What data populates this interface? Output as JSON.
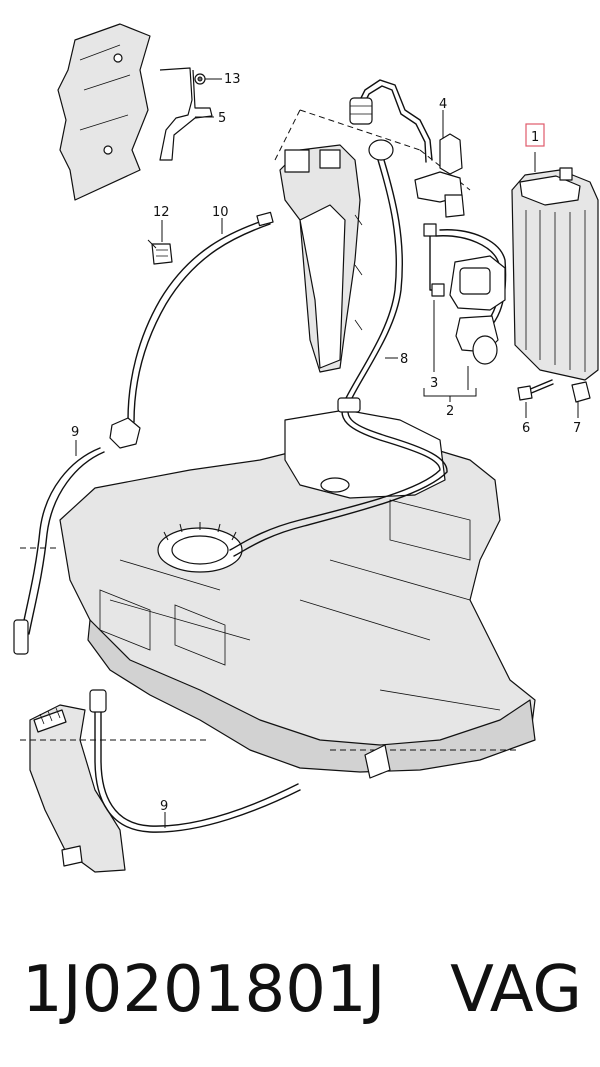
{
  "callouts": {
    "c1": "1",
    "c2": "2",
    "c3": "3",
    "c4": "4",
    "c5": "5",
    "c6": "6",
    "c7": "7",
    "c8": "8",
    "c9a": "9",
    "c9b": "9",
    "c10": "10",
    "c12": "12",
    "c13": "13"
  },
  "caption": {
    "part_number": "1J0201801J",
    "brand": "VAG"
  },
  "colors": {
    "highlight": "#e05a6a",
    "line": "#111111",
    "shade": "#e6e6e6"
  }
}
